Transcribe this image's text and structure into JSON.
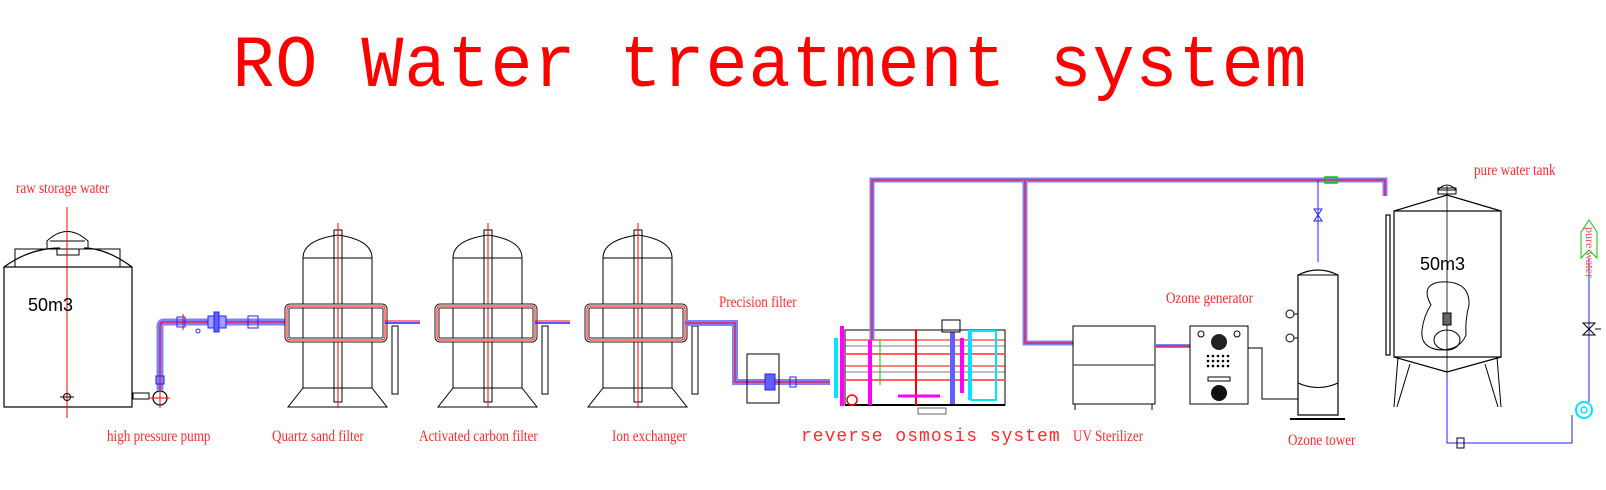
{
  "title": "RO Water treatment system",
  "labels": {
    "raw_storage": "raw storage water",
    "pump": "high pressure pump",
    "quartz": "Quartz sand filter",
    "carbon": "Activated carbon filter",
    "ion": "Ion exchanger",
    "precision": "Precision filter",
    "ro": "reverse osmosis system",
    "uv": "UV Sterilizer",
    "ozone_gen": "Ozone generator",
    "ozone_tower": "Ozone tower",
    "pure_tank": "pure water tank",
    "pure_water_outlet": "pure water"
  },
  "capacities": {
    "raw_tank": "50m3",
    "pure_tank": "50m3"
  },
  "colors": {
    "label": "#ff2a2a",
    "title": "#ff0000",
    "pipe_blue": "#2020ff",
    "pipe_red": "#ff0000",
    "outline": "#000000",
    "magenta": "#ff00ff",
    "cyan": "#00e5ff",
    "green": "#00cc00"
  }
}
